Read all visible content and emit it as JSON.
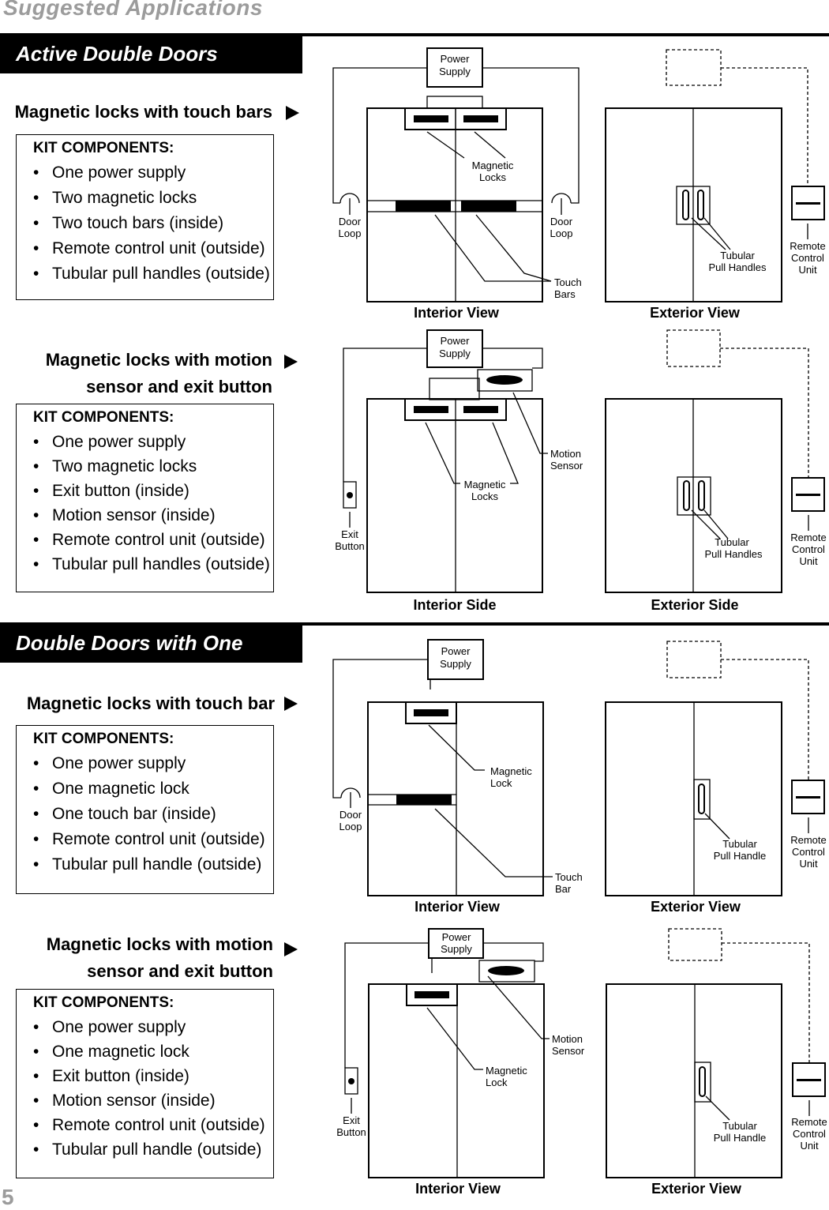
{
  "page_title": "Suggested Applications",
  "page_number": "5",
  "sections": [
    {
      "banner": "Active Double Doors",
      "applications": [
        {
          "heading_lines": [
            "Magnetic locks with touch bars"
          ],
          "kit_title": "KIT COMPONENTS:",
          "items": [
            "One power supply",
            "Two magnetic locks",
            "Two touch bars (inside)",
            "Remote control unit (outside)",
            "Tubular pull handles (outside)"
          ],
          "labels": {
            "power_supply": [
              "Power",
              "Supply"
            ],
            "magnetic": [
              "Magnetic",
              "Locks"
            ],
            "door_loop_left": [
              "Door",
              "Loop"
            ],
            "door_loop_right": [
              "Door",
              "Loop"
            ],
            "touch": [
              "Touch",
              "Bars"
            ],
            "tubular": [
              "Tubular",
              "Pull Handles"
            ],
            "remote": [
              "Remote",
              "Control",
              "Unit"
            ]
          },
          "captions": [
            "Interior View",
            "Exterior View"
          ]
        },
        {
          "heading_lines": [
            "Magnetic locks with motion",
            "sensor and exit button"
          ],
          "kit_title": "KIT COMPONENTS:",
          "items": [
            "One power supply",
            "Two magnetic locks",
            "Exit button (inside)",
            "Motion sensor (inside)",
            "Remote control unit (outside)",
            "Tubular pull handles (outside)"
          ],
          "labels": {
            "power_supply": [
              "Power",
              "Supply"
            ],
            "motion": [
              "Motion",
              "Sensor"
            ],
            "magnetic": [
              "Magnetic",
              "Locks"
            ],
            "exit": [
              "Exit",
              "Button"
            ],
            "tubular": [
              "Tubular",
              "Pull Handles"
            ],
            "remote": [
              "Remote",
              "Control",
              "Unit"
            ]
          },
          "captions": [
            "Interior Side",
            "Exterior Side"
          ]
        }
      ]
    },
    {
      "banner": "Double Doors with One Active",
      "applications": [
        {
          "heading_lines": [
            "Magnetic locks with touch bar"
          ],
          "kit_title": "KIT COMPONENTS:",
          "items": [
            "One power supply",
            "One magnetic lock",
            "One touch bar (inside)",
            "Remote control unit (outside)",
            "Tubular pull handle (outside)"
          ],
          "labels": {
            "power_supply": [
              "Power",
              "Supply"
            ],
            "magnetic": [
              "Magnetic",
              "Lock"
            ],
            "door_loop_left": [
              "Door",
              "Loop"
            ],
            "touch": [
              "Touch",
              "Bar"
            ],
            "tubular": [
              "Tubular",
              "Pull Handle"
            ],
            "remote": [
              "Remote",
              "Control",
              "Unit"
            ]
          },
          "captions": [
            "Interior View",
            "Exterior View"
          ]
        },
        {
          "heading_lines": [
            "Magnetic locks with motion",
            "sensor and exit button"
          ],
          "kit_title": "KIT COMPONENTS:",
          "items": [
            "One power supply",
            "One magnetic lock",
            "Exit button (inside)",
            "Motion sensor (inside)",
            "Remote control unit (outside)",
            "Tubular pull handle (outside)"
          ],
          "labels": {
            "power_supply": [
              "Power",
              "Supply"
            ],
            "motion": [
              "Motion",
              "Sensor"
            ],
            "magnetic": [
              "Magnetic",
              "Lock"
            ],
            "exit": [
              "Exit",
              "Button"
            ],
            "tubular": [
              "Tubular",
              "Pull Handle"
            ],
            "remote": [
              "Remote",
              "Control",
              "Unit"
            ]
          },
          "captions": [
            "Interior View",
            "Exterior View"
          ]
        }
      ]
    }
  ]
}
